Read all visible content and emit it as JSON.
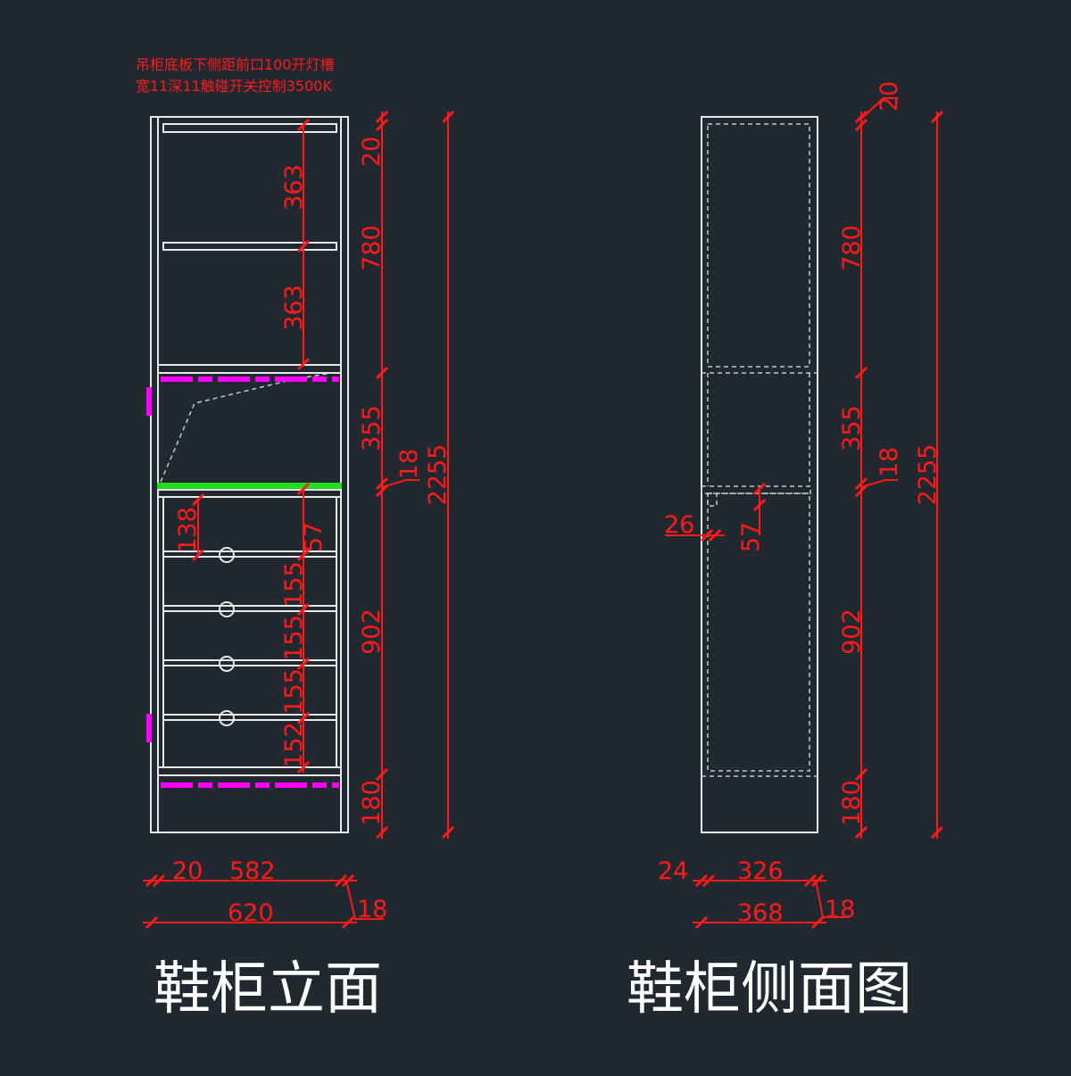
{
  "front_view": {
    "title": "鞋柜立面",
    "note_line1": "吊柜底板下侧距前口100开灯槽",
    "note_line2": "宽11深11触碰开关控制3500K",
    "inner_dims": [
      "363",
      "363",
      "138",
      "57",
      "155",
      "155",
      "155",
      "152"
    ],
    "outer_dims": [
      "20",
      "780",
      "355",
      "18",
      "902",
      "180"
    ],
    "total_height": "2255",
    "width_row1": [
      "20",
      "582"
    ],
    "width_total": "620",
    "thickness": "18"
  },
  "side_view": {
    "title": "鞋柜侧面图",
    "outer_dims": [
      "20",
      "780",
      "355",
      "18",
      "902",
      "180"
    ],
    "total_height": "2255",
    "inner_dims": [
      "26",
      "57"
    ],
    "depth_row1": [
      "24",
      "326"
    ],
    "depth_total": "368",
    "thickness": "18"
  },
  "colors": {
    "background": "#212830",
    "dimension": "#ff1a1a",
    "outline": "#e8e8e8",
    "led_strip": "#ff00ff",
    "glass_shelf": "#22dd22"
  }
}
